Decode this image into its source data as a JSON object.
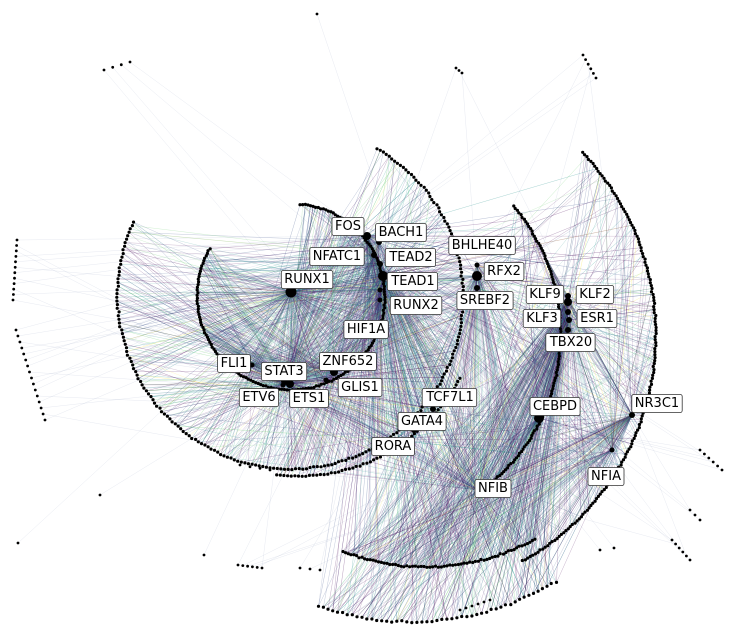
{
  "network": {
    "edge_palette": [
      "#440154",
      "#3b528b",
      "#21918c",
      "#5ec962",
      "#fde725"
    ],
    "node_color": "#000000",
    "label_box_color": "#ffffff",
    "hubs": [
      {
        "id": "runx1",
        "label": "RUNX1"
      },
      {
        "id": "fos",
        "label": "FOS"
      },
      {
        "id": "bach1",
        "label": "BACH1"
      },
      {
        "id": "nfatc1",
        "label": "NFATC1"
      },
      {
        "id": "tead2",
        "label": "TEAD2"
      },
      {
        "id": "tead1",
        "label": "TEAD1"
      },
      {
        "id": "runx2",
        "label": "RUNX2"
      },
      {
        "id": "hif1a",
        "label": "HIF1A"
      },
      {
        "id": "bhlhe40",
        "label": "BHLHE40"
      },
      {
        "id": "rfx2",
        "label": "RFX2"
      },
      {
        "id": "srebf2",
        "label": "SREBF2"
      },
      {
        "id": "klf9",
        "label": "KLF9"
      },
      {
        "id": "klf2",
        "label": "KLF2"
      },
      {
        "id": "klf3",
        "label": "KLF3"
      },
      {
        "id": "esr1",
        "label": "ESR1"
      },
      {
        "id": "tbx20",
        "label": "TBX20"
      },
      {
        "id": "fli1",
        "label": "FLI1"
      },
      {
        "id": "stat3",
        "label": "STAT3"
      },
      {
        "id": "znf652",
        "label": "ZNF652"
      },
      {
        "id": "glis1",
        "label": "GLIS1"
      },
      {
        "id": "etv6",
        "label": "ETV6"
      },
      {
        "id": "ets1",
        "label": "ETS1"
      },
      {
        "id": "tcf7l1",
        "label": "TCF7L1"
      },
      {
        "id": "gata4",
        "label": "GATA4"
      },
      {
        "id": "rora",
        "label": "RORA"
      },
      {
        "id": "cebpd",
        "label": "CEBPD"
      },
      {
        "id": "nr3c1",
        "label": "NR3C1"
      },
      {
        "id": "nfia",
        "label": "NFIA"
      },
      {
        "id": "nfib",
        "label": "NFIB"
      }
    ]
  }
}
